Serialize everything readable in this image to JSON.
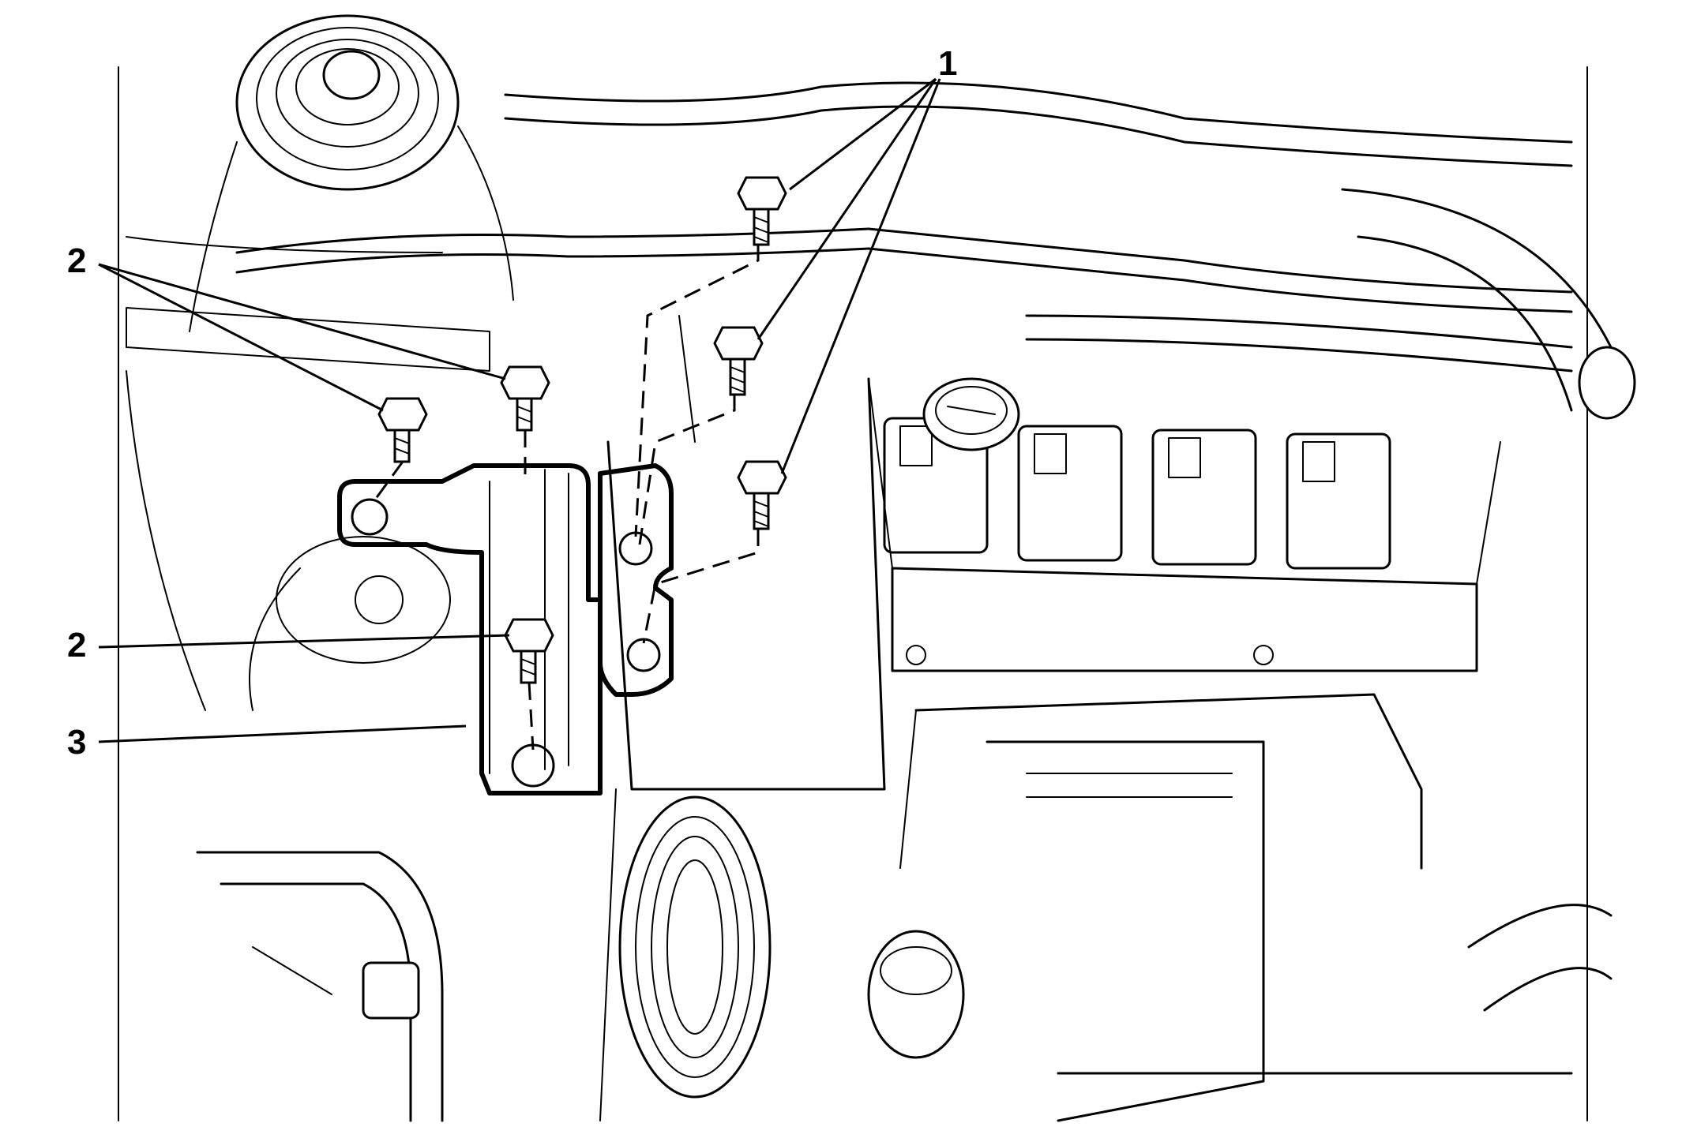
{
  "callouts": [
    {
      "id": "c1",
      "label": "1"
    },
    {
      "id": "c2a",
      "label": "2"
    },
    {
      "id": "c2b",
      "label": "2"
    },
    {
      "id": "c3",
      "label": "3"
    }
  ],
  "colors": {
    "line": "#000000",
    "background": "#ffffff"
  }
}
